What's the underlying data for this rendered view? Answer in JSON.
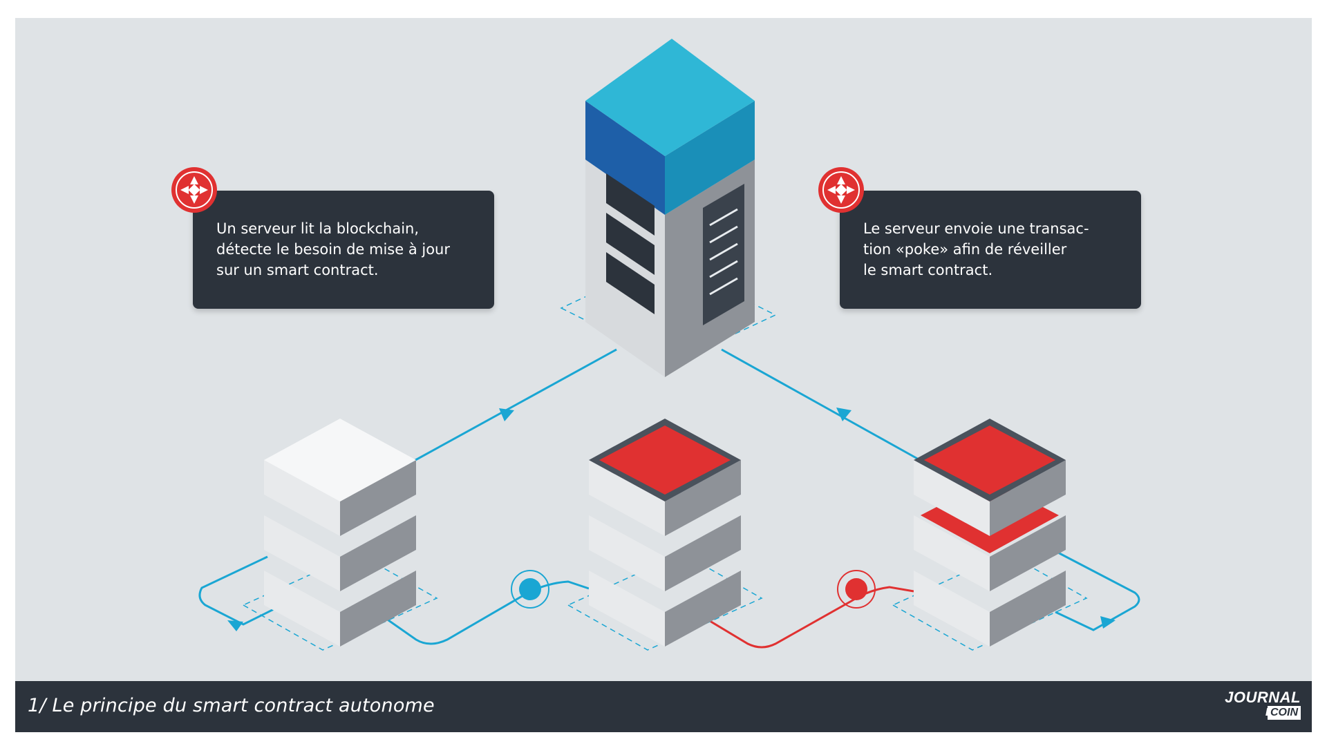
{
  "callouts": {
    "left": {
      "lines": [
        "Un serveur lit la blockchain,",
        "détecte le besoin de mise à jour",
        "sur un smart contract."
      ],
      "badge_icon": "keeper-logo-icon"
    },
    "right": {
      "lines": [
        "Le serveur envoie une transac-",
        "tion «poke» afin de réveiller",
        "le smart contract."
      ],
      "badge_icon": "keeper-logo-icon"
    }
  },
  "footer": {
    "caption": "1/ Le principe du smart contract autonome",
    "logo_line1": "JOURNAL",
    "logo_line2": "DU",
    "logo_line3": "COIN"
  },
  "colors": {
    "background": "#dfe3e6",
    "dark_panel": "#2c333c",
    "accent_blue": "#1aa6d3",
    "accent_red": "#e03131",
    "server_top": "#2fb7d6"
  }
}
